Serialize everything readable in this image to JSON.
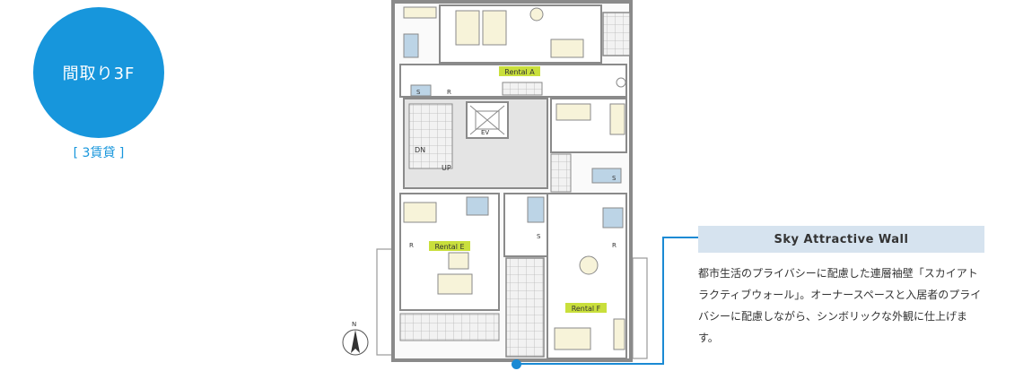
{
  "badge": {
    "title": "間取り3F"
  },
  "subtitle": "[ 3賃貸 ]",
  "plan": {
    "labels": {
      "a": "Rental A",
      "e": "Rental E",
      "f": "Rental F"
    },
    "ev": "EV",
    "dn": "DN",
    "up": "UP",
    "north": "N",
    "s": "S",
    "r": "R"
  },
  "info": {
    "heading": "Sky Attractive Wall",
    "body": "都市生活のプライバシーに配慮した連層袖壁「スカイアトラクティブウォール」。オーナースペースと入居者のプライバシーに配慮しながら、シンボリックな外観に仕上げます。"
  },
  "colors": {
    "accent": "#1796dc",
    "label_bg": "#c9df3c",
    "panel_bg": "#d6e3ef",
    "furniture": "#f7f3d9",
    "wet": "#bcd4e6",
    "hall": "#e4e4e4",
    "wall": "#8a8a8a"
  }
}
